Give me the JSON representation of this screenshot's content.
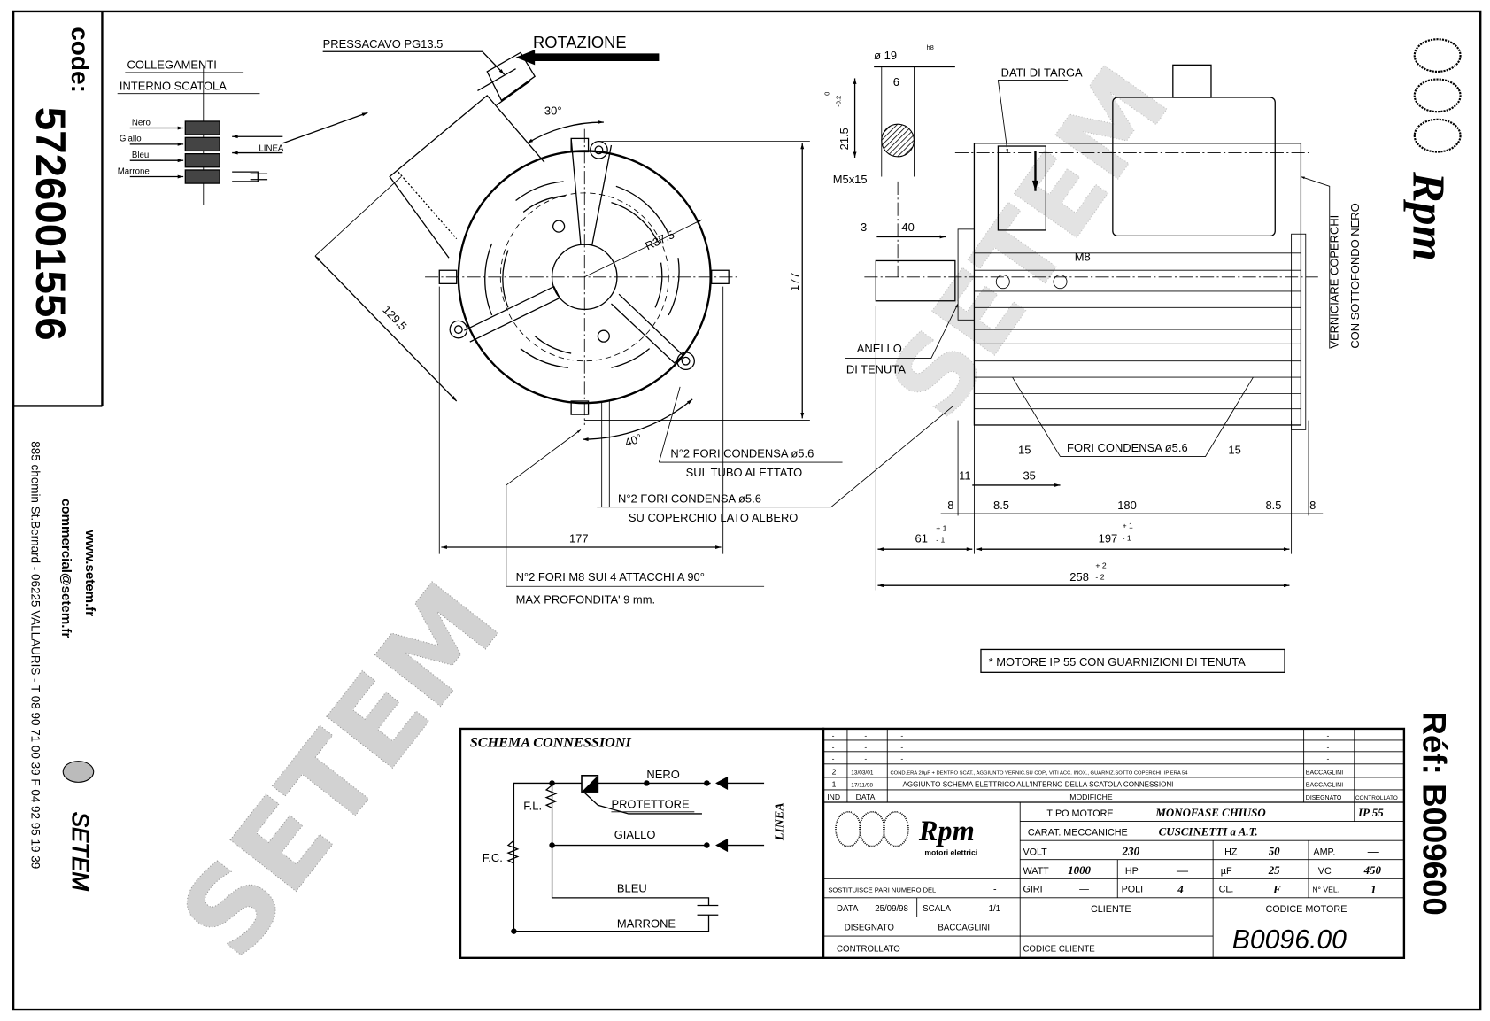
{
  "left_column": {
    "code_label": "code:",
    "code_value": "5726001556",
    "website": "www.setem.fr",
    "email": "commercial@setem.fr",
    "address": "885 chemin St.Bernard  -  06225 VALLAURIS  -  T 08 90 71 00 39   F 04 92 95 19 39",
    "logo_text": "SETEM"
  },
  "connections": {
    "title_1": "COLLEGAMENTI",
    "title_2": "INTERNO SCATOLA",
    "wires": [
      "Nero",
      "Giallo",
      "Bleu",
      "Marrone"
    ],
    "line_label": "LINEA"
  },
  "front_view": {
    "cable_gland": "PRESSACAVO PG13.5",
    "rotation": "ROTAZIONE",
    "angle_30": "30°",
    "angle_40": "40°",
    "radius": "R37.5",
    "dim_height": "177",
    "dim_width": "177",
    "dim_diag": "129.5",
    "note_tube_1": "N°2 FORI CONDENSA ø5.6",
    "note_tube_2": "SUL TUBO ALETTATO",
    "note_cover_1": "N°2 FORI CONDENSA ø5.6",
    "note_cover_2": "SU COPERCHIO LATO ALBERO",
    "note_holes_1": "N°2 FORI M8 SUI 4 ATTACCHI A 90°",
    "note_holes_2": "MAX PROFONDITA' 9 mm."
  },
  "side_view": {
    "shaft_dia": "ø 19",
    "shaft_tol": "h8",
    "key_width": "6",
    "key_height": "21.5",
    "key_tol_upper": "0",
    "key_tol_lower": "-0.2",
    "thread": "M5x15",
    "dim_3": "3",
    "dim_40": "40",
    "nameplate": "DATI DI TARGA",
    "seal_1": "ANELLO",
    "seal_2": "DI TENUTA",
    "m8": "M8",
    "paint_1": "VERNICIARE COPERCHI",
    "paint_2": "CON SOTTOFONDO NERO",
    "drain": "FORI CONDENSA ø5.6",
    "dim_15a": "15",
    "dim_15b": "15",
    "dim_11": "11",
    "dim_35": "35",
    "dim_8a": "8",
    "dim_85a": "8.5",
    "dim_180": "180",
    "dim_85b": "8.5",
    "dim_8b": "8",
    "dim_61": "61",
    "dim_61_tol_up": "+ 1",
    "dim_61_tol_dn": "- 1",
    "dim_197": "197",
    "dim_197_tol_up": "+ 1",
    "dim_197_tol_dn": "- 1",
    "dim_258": "258",
    "dim_258_tol_up": "+ 2",
    "dim_258_tol_dn": "- 2",
    "ip_note": "* MOTORE IP 55 CON GUARNIZIONI DI TENUTA"
  },
  "schema": {
    "title": "SCHEMA CONNESSIONI",
    "nero": "NERO",
    "protettore": "PROTETTORE",
    "giallo": "GIALLO",
    "bleu": "BLEU",
    "marrone": "MARRONE",
    "fl": "F.L.",
    "fc": "F.C.",
    "linea": "LINEA"
  },
  "title_block": {
    "revisions": [
      {
        "ind": "-",
        "data": "-",
        "modifica": "-",
        "disegnato": "-",
        "controllato": ""
      },
      {
        "ind": "-",
        "data": "-",
        "modifica": "-",
        "disegnato": "-",
        "controllato": ""
      },
      {
        "ind": "-",
        "data": "-",
        "modifica": "-",
        "disegnato": "-",
        "controllato": ""
      },
      {
        "ind": "2",
        "data": "13/03/01",
        "modifica": "COND.ERA 20µF + DENTRO SCAT., AGGIUNTO VERNIC.SU COP., VITI ACC. INOX., GUARNIZ.SOTTO COPERCHI, IP ERA 54",
        "disegnato": "BACCAGLINI",
        "controllato": ""
      },
      {
        "ind": "1",
        "data": "17/11/98",
        "modifica": "AGGIUNTO SCHEMA ELETTRICO ALL'INTERNO DELLA SCATOLA CONNESSIONI",
        "disegnato": "BACCAGLINI",
        "controllato": ""
      }
    ],
    "headers": {
      "ind": "IND",
      "data": "DATA",
      "modifiche": "MODIFICHE",
      "disegnato": "DISEGNATO",
      "controllato": "CONTROLLATO"
    },
    "brand": "Rpm",
    "brand_sub": "motori elettrici",
    "tipo_motore_label": "TIPO MOTORE",
    "tipo_motore": "MONOFASE CHIUSO",
    "ip": "IP 55",
    "carat_label": "CARAT. MECCANICHE",
    "carat": "CUSCINETTI a A.T.",
    "volt_label": "VOLT",
    "volt": "230",
    "hz_label": "HZ",
    "hz": "50",
    "amp_label": "AMP.",
    "amp": "—",
    "watt_label": "WATT",
    "watt": "1000",
    "hp_label": "HP",
    "hp": "—",
    "uf_label": "µF",
    "uf": "25",
    "vc_label": "VC",
    "vc": "450",
    "sostituisce_label": "SOSTITUISCE PARI NUMERO DEL",
    "sostituisce": "-",
    "giri_label": "GIRI",
    "giri": "—",
    "poli_label": "POLI",
    "poli": "4",
    "cl_label": "CL.",
    "cl": "F",
    "nvel_label": "N° VEL.",
    "nvel": "1",
    "data_label": "DATA",
    "data": "25/09/98",
    "scala_label": "SCALA",
    "scala": "1/1",
    "cliente_label": "CLIENTE",
    "codice_motore_label": "CODICE MOTORE",
    "codice_motore": "B0096.00",
    "disegnato_label": "DISEGNATO",
    "disegnato": "BACCAGLINI",
    "controllato_label": "CONTROLLATO",
    "codice_cliente_label": "CODICE CLIENTE"
  },
  "right_column": {
    "brand": "Rpm",
    "ref": "Réf: B009600"
  },
  "watermark": "SETEM"
}
